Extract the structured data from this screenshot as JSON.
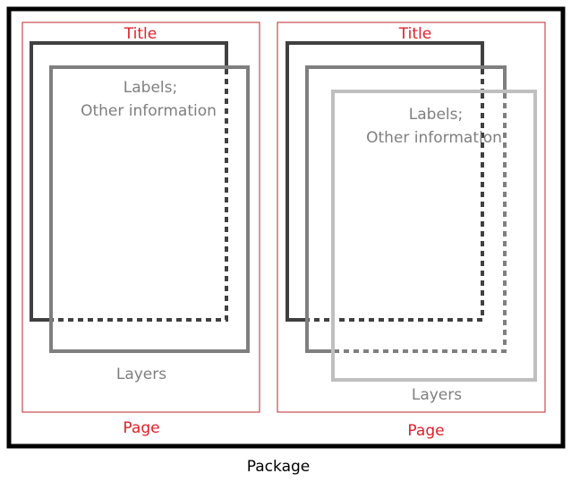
{
  "package": {
    "label": "Package"
  },
  "pages": [
    {
      "title": "Title",
      "footer": "Page",
      "layers_label": "Layers",
      "info_line1": "Labels;",
      "info_line2": "Other information"
    },
    {
      "title": "Title",
      "footer": "Page",
      "layers_label": "Layers",
      "info_line1": "Labels;",
      "info_line2": "Other information"
    }
  ],
  "colors": {
    "package_border": "#000000",
    "page_border": "#c0262d",
    "label_red": "#e0202a",
    "layer_dark": "#404040",
    "layer_mid": "#7f7f7f",
    "layer_light": "#bfbfbf",
    "text_grey": "#7f7f7f"
  }
}
